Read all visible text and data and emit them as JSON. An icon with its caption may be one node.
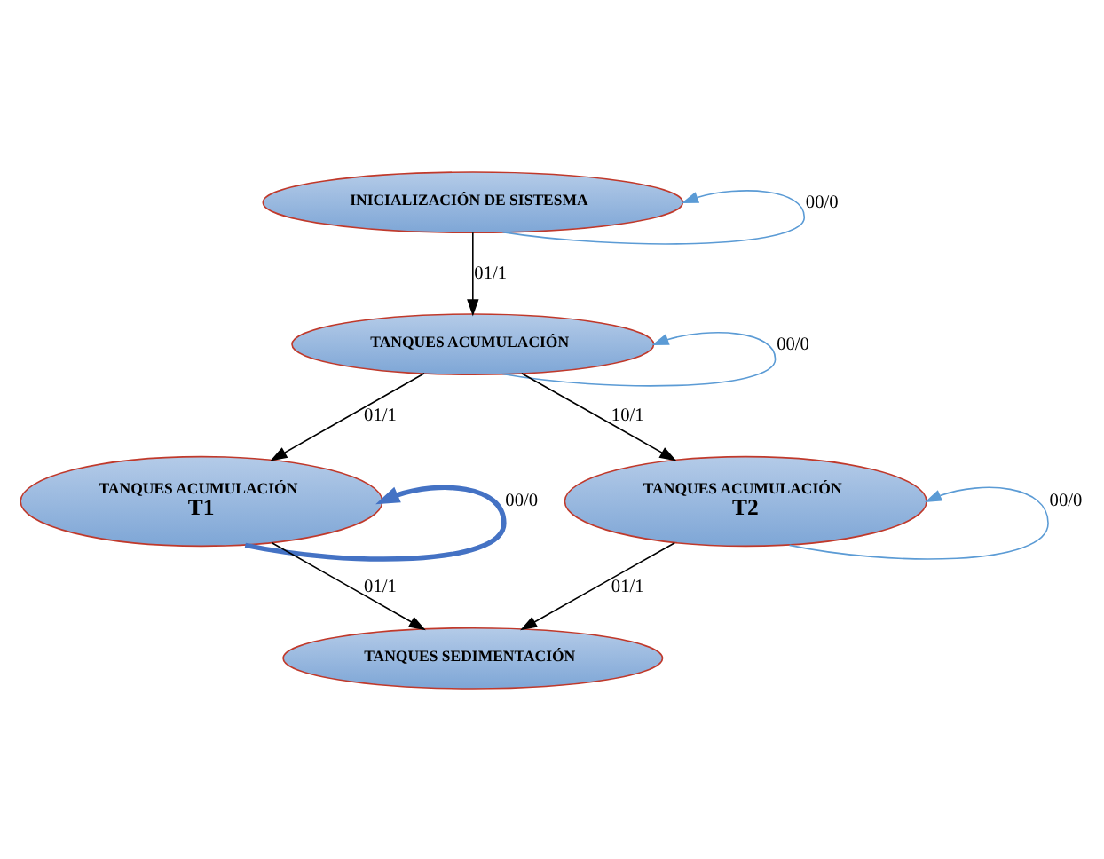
{
  "diagram": {
    "nodes": [
      {
        "text": [
          "INICIALIZACIÓN DE SISTESMA"
        ]
      },
      {
        "text": [
          "TANQUES ACUMULACIÓN"
        ]
      },
      {
        "text": [
          "TANQUES ACUMULACIÓN",
          "T1"
        ]
      },
      {
        "text": [
          "TANQUES ACUMULACIÓN",
          "T2"
        ]
      },
      {
        "text": [
          "TANQUES SEDIMENTACIÓN"
        ]
      }
    ],
    "edges": [
      {
        "from": 0,
        "to": 0,
        "arrow": "to",
        "label": "00/0",
        "color": "#5b9bd5"
      },
      {
        "from": 0,
        "to": 1,
        "arrow": "to",
        "label": "01/1"
      },
      {
        "from": 1,
        "to": 1,
        "arrow": "to",
        "label": "00/0",
        "color": "#5b9bd5"
      },
      {
        "from": 1,
        "to": 2,
        "arrow": "to",
        "label": "01/1"
      },
      {
        "from": 1,
        "to": 3,
        "arrow": "to",
        "label": "10/1"
      },
      {
        "from": 2,
        "to": 2,
        "arrow": "to",
        "label": "00/0",
        "color": "#4472c4",
        "style": "thick"
      },
      {
        "from": 3,
        "to": 3,
        "arrow": "to",
        "label": "00/0",
        "color": "#5b9bd5"
      },
      {
        "from": 2,
        "to": 4,
        "arrow": "to",
        "label": "01/1"
      },
      {
        "from": 3,
        "to": 4,
        "arrow": "to",
        "label": "01/1"
      }
    ]
  }
}
